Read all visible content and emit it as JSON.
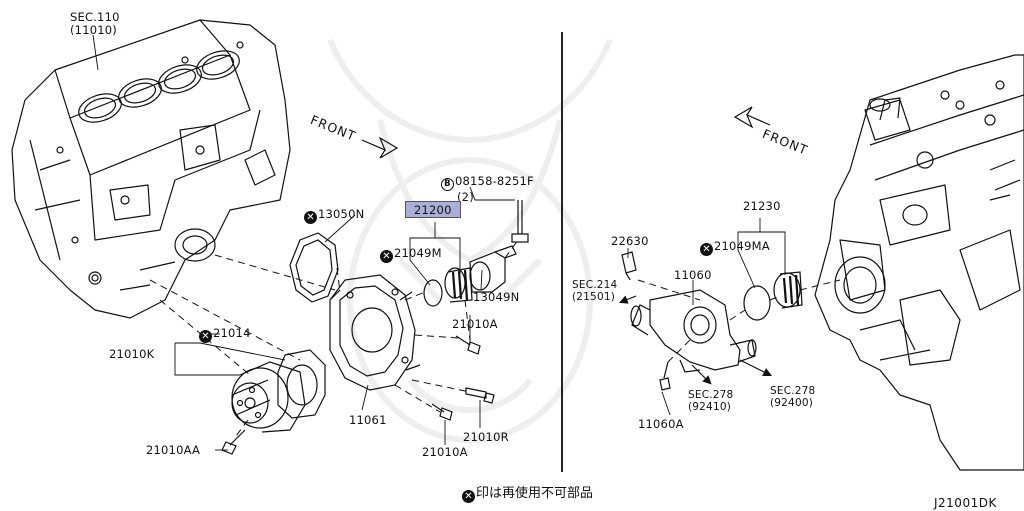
{
  "diagram_code": "J21001DK",
  "footer_note": "印は再使用不可部品",
  "front_label_left": "FRONT",
  "front_label_right": "FRONT",
  "icons": {
    "non_reusable_mark": "x-circle-icon",
    "bolt_mark": "b-circle-icon"
  },
  "highlight_color": "#a9afd6",
  "left_panel": {
    "sec_110": {
      "line1": "SEC.110",
      "line2": "(11010)"
    },
    "p_13050N": {
      "code": "13050N",
      "non_reusable": true
    },
    "p_08158": {
      "line1": "08158-8251F",
      "line2": "(2)"
    },
    "p_21200": {
      "code": "21200",
      "highlighted": true
    },
    "p_21049M": {
      "code": "21049M",
      "non_reusable": true
    },
    "p_13049N": {
      "code": "13049N"
    },
    "p_21014": {
      "code": "21014",
      "non_reusable": true
    },
    "p_21010K": {
      "code": "21010K"
    },
    "p_21010A_top": {
      "code": "21010A"
    },
    "p_11061": {
      "code": "11061"
    },
    "p_21010R": {
      "code": "21010R"
    },
    "p_21010A_bottom": {
      "code": "21010A"
    },
    "p_21010AA": {
      "code": "21010AA"
    }
  },
  "right_panel": {
    "p_22630": {
      "code": "22630"
    },
    "p_21230": {
      "code": "21230"
    },
    "p_21049MA": {
      "code": "21049MA",
      "non_reusable": true
    },
    "sec_214": {
      "line1": "SEC.214",
      "line2": "(21501)"
    },
    "p_11060": {
      "code": "11060"
    },
    "sec_278_a": {
      "line1": "SEC.278",
      "line2": "(92410)"
    },
    "sec_278_b": {
      "line1": "SEC.278",
      "line2": "(92400)"
    },
    "p_11060A": {
      "code": "11060A"
    }
  }
}
